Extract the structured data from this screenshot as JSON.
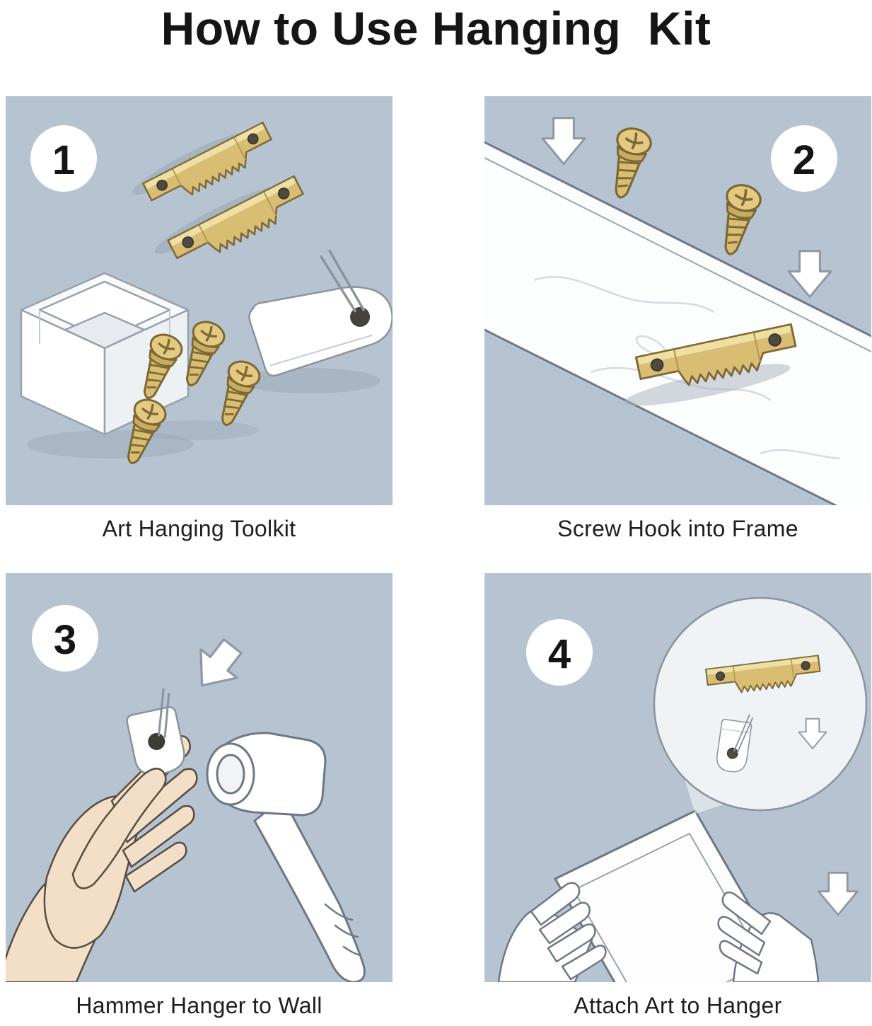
{
  "page": {
    "title": "How to Use Hanging  Kit"
  },
  "steps": [
    {
      "number": "1",
      "caption": "Art Hanging Toolkit"
    },
    {
      "number": "2",
      "caption": "Screw Hook into Frame"
    },
    {
      "number": "3",
      "caption": "Hammer Hanger to Wall"
    },
    {
      "number": "4",
      "caption": "Attach Art to Hanger"
    }
  ],
  "colors": {
    "panel_background": "#b6c3d1",
    "brass": "#d9bd72",
    "brass_outline": "#7c6836",
    "line_gray": "#6e7884",
    "skin": "#f3dfc7",
    "white": "#ffffff"
  }
}
